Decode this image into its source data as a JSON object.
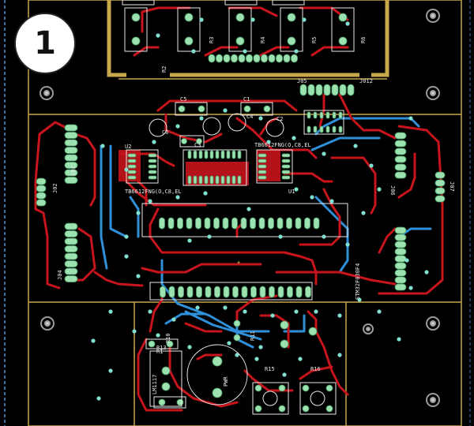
{
  "badge": {
    "number": "1"
  },
  "colors": {
    "background": "#000000",
    "board_outline": "#c8a84a",
    "copper_top": "#c8141c",
    "copper_bottom": "#2f8fd8",
    "pad": "#9be2b0",
    "via": "#7fe0d0",
    "silkscreen": "#e8e8e8",
    "frame_left": "#3a6ea8"
  },
  "labels": {
    "u2": "U2",
    "u2_part": "TB6612FNG(O,C8,EL",
    "u_right_part": "TB6612FNG(O,C8,EL",
    "u1": "U1",
    "mcu_part": "STM32F030F4",
    "j05": "J05",
    "j012": "J012",
    "j02": "J02",
    "j03": "J03",
    "j04": "J04",
    "j06": "J06",
    "j07": "J07",
    "c1": "C1",
    "c2": "C2",
    "c3": "C3",
    "c4": "C4",
    "c5": "C5",
    "c6": "C6",
    "r1": "R1",
    "r2": "R2",
    "r3": "R3",
    "r4": "R4",
    "r5": "R5",
    "r6": "R6",
    "r10": "R10",
    "r11": "R11",
    "r13": "R13",
    "r15": "R15",
    "r16": "R16",
    "sw_label": "PWR",
    "reg": "LM1117"
  }
}
